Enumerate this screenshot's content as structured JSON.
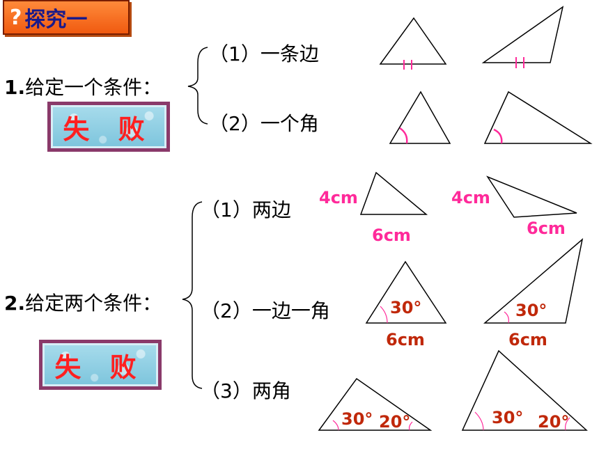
{
  "header": {
    "badge": "?",
    "title": "探究一"
  },
  "section1": {
    "prefix": "1.",
    "heading": "给定一个条件：",
    "options": [
      "（1）一条边",
      "（2）一个角"
    ],
    "result": "失 败"
  },
  "section2": {
    "prefix": "2.",
    "heading": "给定两个条件：",
    "options": [
      "（1）两边",
      "（2）一边一角",
      "（3）两角"
    ],
    "result": "失 败"
  },
  "figures": {
    "two_sides": {
      "side_a": "4cm",
      "side_b": "6cm"
    },
    "side_angle": {
      "angle": "30°",
      "side": "6cm"
    },
    "two_angles": {
      "angle_a": "30°",
      "angle_b": "20°"
    }
  },
  "colors": {
    "tick": "#ff2a9a",
    "length_label": "#ff2a9a",
    "angle_label": "#c0280a",
    "angle_arc": "#ff2a9a"
  }
}
